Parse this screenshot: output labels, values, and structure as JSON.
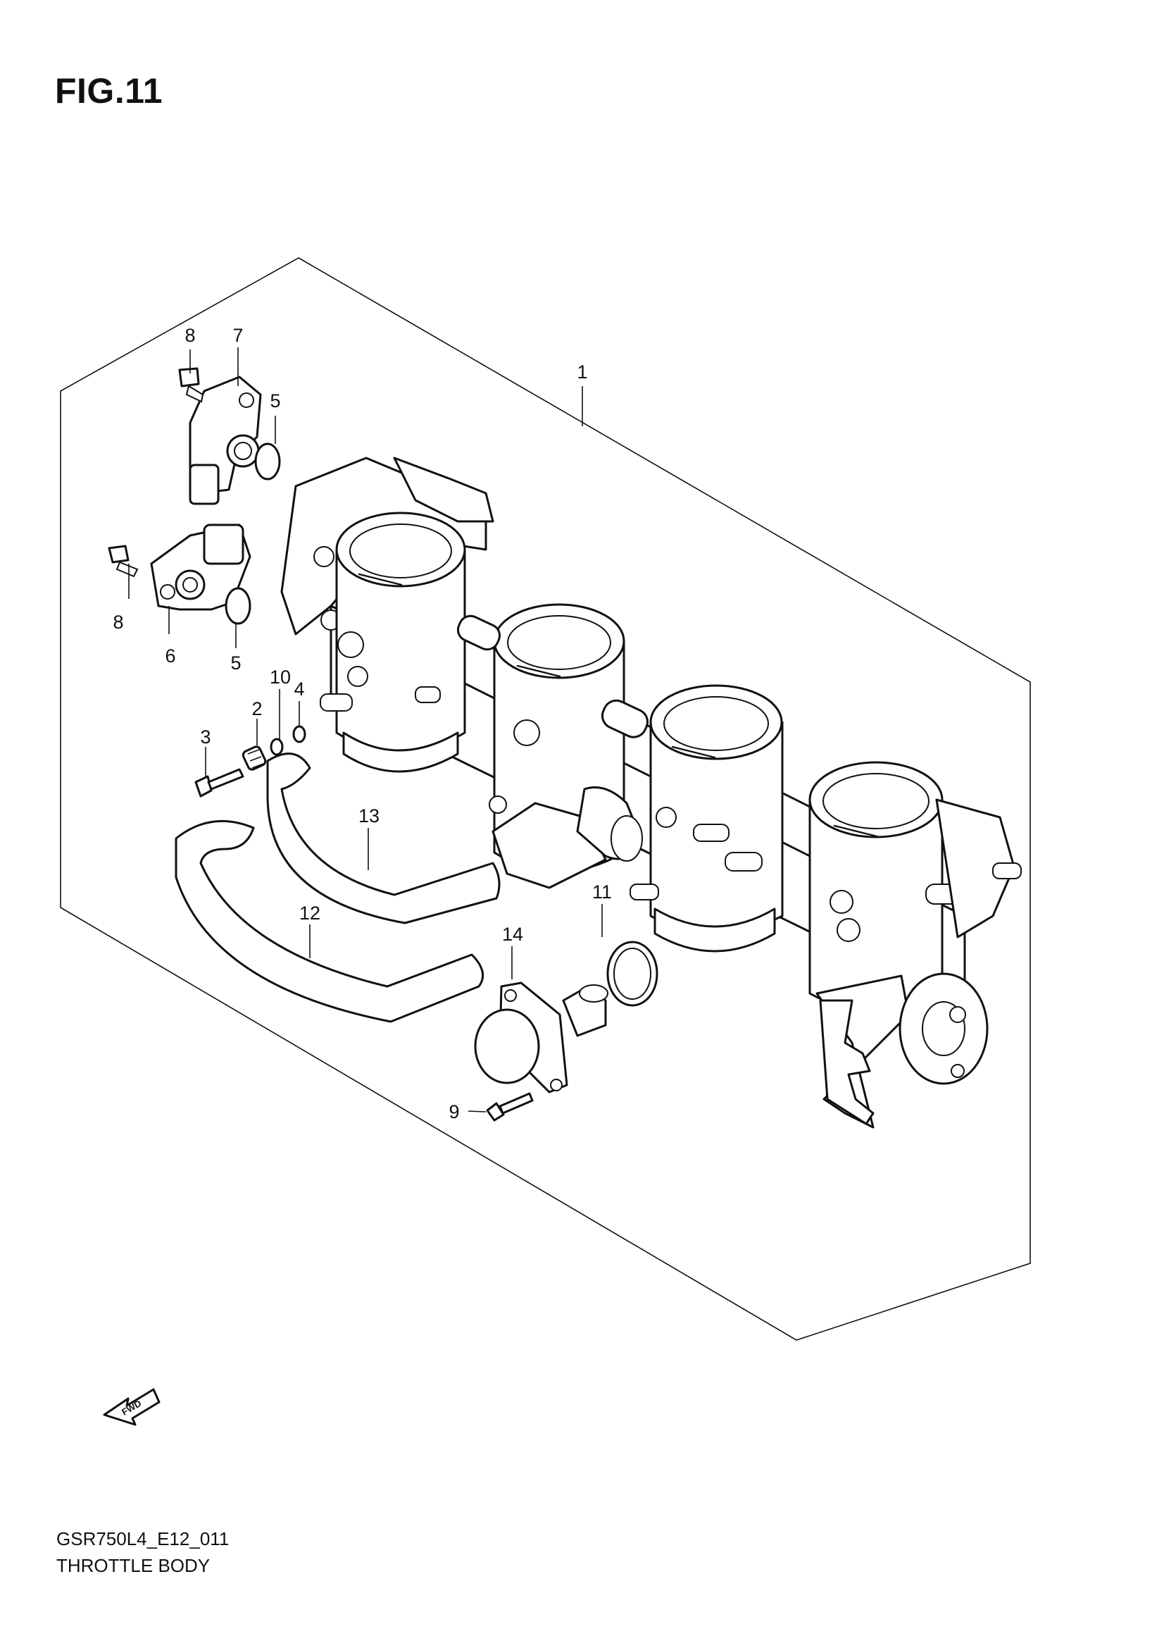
{
  "figure": {
    "title": "FIG.11"
  },
  "callouts": {
    "c1": "1",
    "c2": "2",
    "c3": "3",
    "c4": "4",
    "c5a": "5",
    "c5b": "5",
    "c6": "6",
    "c7": "7",
    "c8a": "8",
    "c8b": "8",
    "c9": "9",
    "c10": "10",
    "c11": "11",
    "c12": "12",
    "c13": "13",
    "c14": "14"
  },
  "fwd_arrow": {
    "label": "FWD"
  },
  "footer": {
    "code": "GSR750L4_E12_011",
    "caption": "THROTTLE BODY"
  }
}
